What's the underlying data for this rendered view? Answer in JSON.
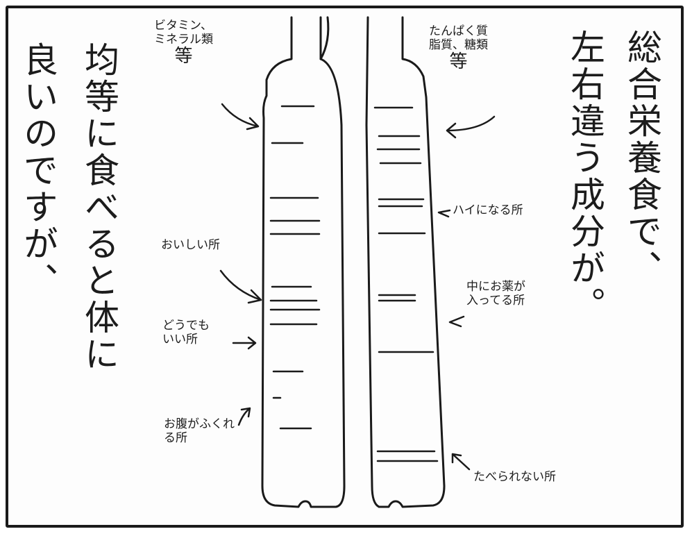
{
  "narration": {
    "right_col1": "総合栄養食で、",
    "right_col2": "左右違う成分が。",
    "left_col1": "均等に食べると体に",
    "left_col2": "良いのですが、"
  },
  "annotations": {
    "vitamins": [
      "ビタミン、",
      "ミネラル類",
      "等"
    ],
    "protein": [
      "たんぱく質",
      "脂質、糖類",
      "等"
    ],
    "tasty": [
      "おいしい所"
    ],
    "whatever": [
      "どうでも",
      "いい所"
    ],
    "filling": [
      "お腹がふくれ",
      "る所"
    ],
    "bulky": [
      "ハイになる所"
    ],
    "poison": [
      "中にお薬が",
      "入ってる所"
    ],
    "inedible": [
      "たべられない所"
    ]
  },
  "colors": {
    "ink": "#1a1a1a",
    "paper": "#fdfdfd"
  }
}
